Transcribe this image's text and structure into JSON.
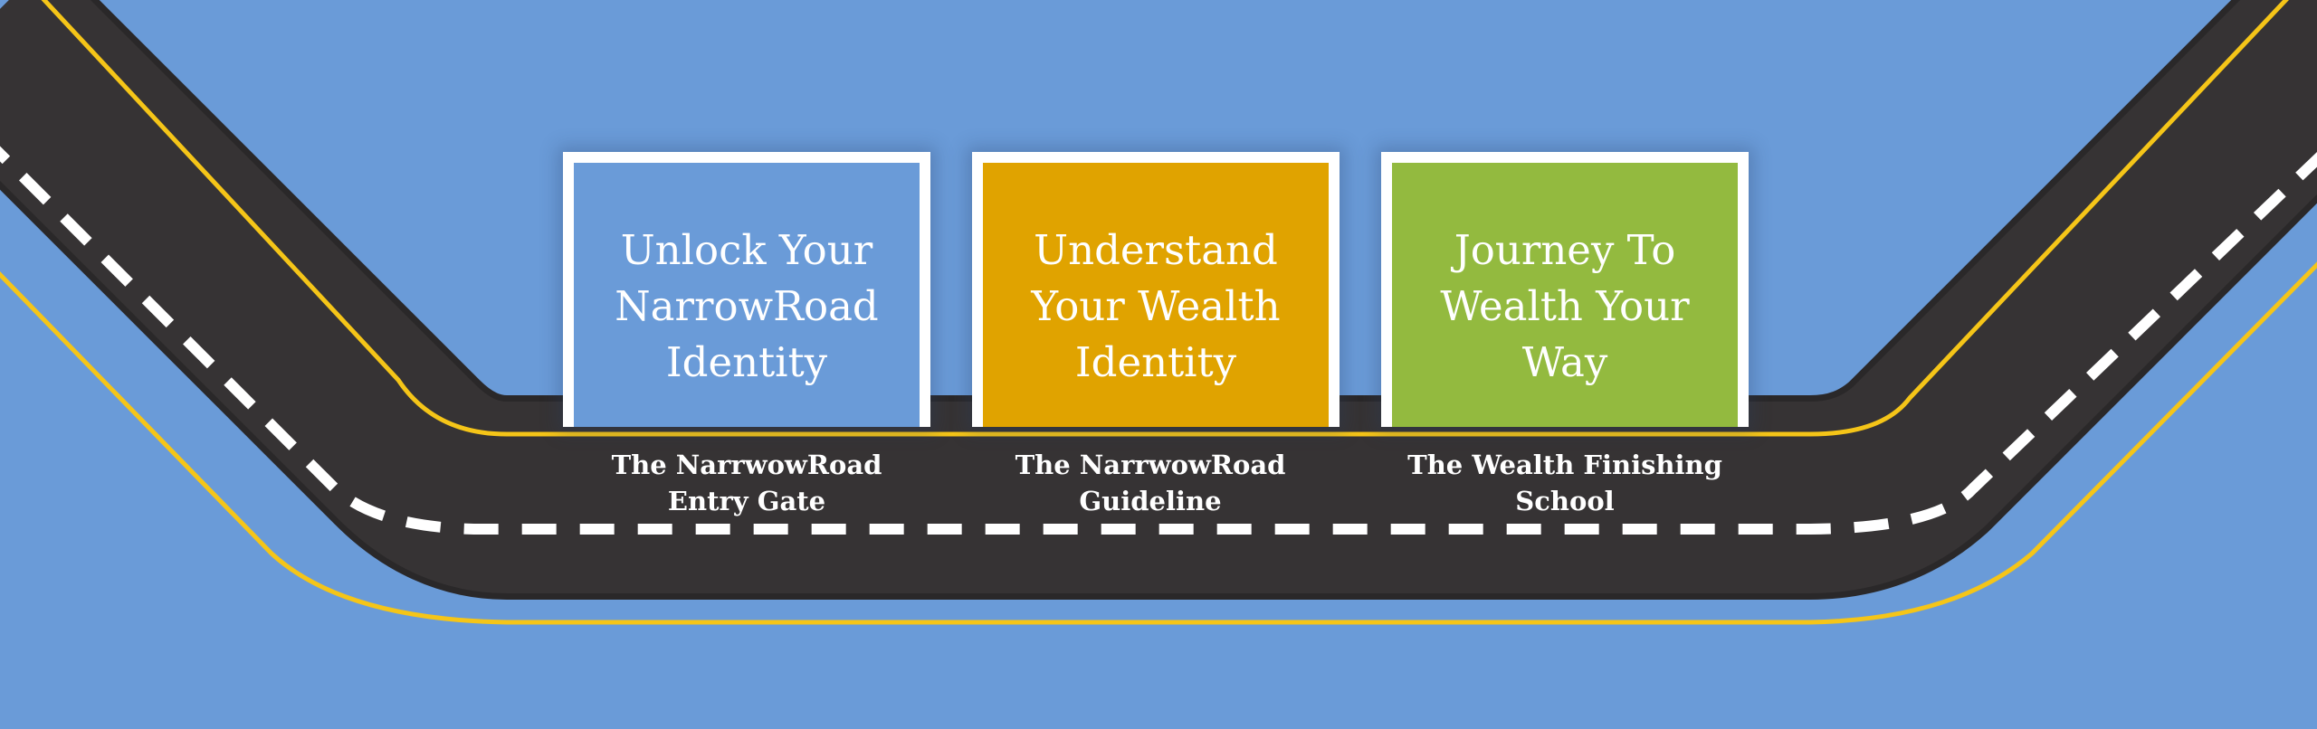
{
  "colors": {
    "background": "#6a9bd8",
    "road": "#363334",
    "road_edge_line": "#f5c518",
    "lane_dash": "#ffffff"
  },
  "cards": [
    {
      "title": "Unlock Your NarrowRoad Identity",
      "color": "#6a9bd8",
      "caption_line1": "The NarrwowRoad",
      "caption_line2": "Entry Gate"
    },
    {
      "title": "Understand Your Wealth Identity",
      "color": "#e0a300",
      "caption_line1": "The NarrwowRoad",
      "caption_line2": "Guideline"
    },
    {
      "title": "Journey To Wealth Your Way",
      "color": "#93ba3f",
      "caption_line1": "The Wealth Finishing",
      "caption_line2": "School"
    }
  ]
}
